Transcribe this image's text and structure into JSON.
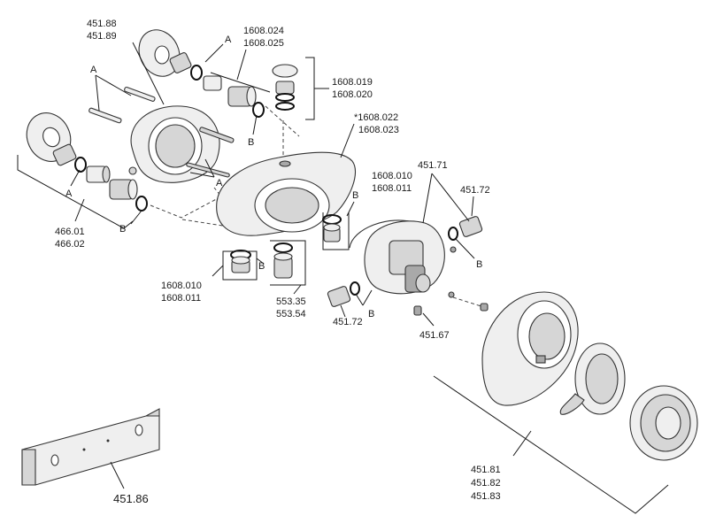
{
  "labels": {
    "p451_88": "451.88",
    "p451_89": "451.89",
    "p1608_024": "1608.024",
    "p1608_025": "1608.025",
    "p1608_019": "1608.019",
    "p1608_020": "1608.020",
    "p1608_022": "*1608.022",
    "p1608_023": "1608.023",
    "p1608_010_top": "1608.010",
    "p1608_011_top": "1608.011",
    "p451_71": "451.71",
    "p451_72_right": "451.72",
    "p466_01": "466.01",
    "p466_02": "466.02",
    "p1608_010_bot": "1608.010",
    "p1608_011_bot": "1608.011",
    "p553_35": "553.35",
    "p553_54": "553.54",
    "p451_72_left": "451.72",
    "p451_67": "451.67",
    "p451_81": "451.81",
    "p451_82": "451.82",
    "p451_83": "451.83",
    "p451_86": "451.86",
    "a_1": "A",
    "a_2": "A",
    "a_3": "A",
    "a_4": "A",
    "b_1": "B",
    "b_2": "B",
    "b_3": "B",
    "b_4": "B",
    "b_5": "B",
    "b_6": "B"
  }
}
